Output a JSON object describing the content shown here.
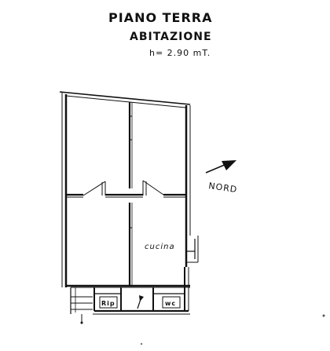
{
  "header": {
    "title": "PIANO TERRA",
    "subtitle": "ABITAZIONE",
    "height_note": "h= 2.90 mT."
  },
  "compass": {
    "label": "NORD"
  },
  "rooms": {
    "kitchen": "cucina",
    "storage": "Rip",
    "wc": "wc"
  }
}
